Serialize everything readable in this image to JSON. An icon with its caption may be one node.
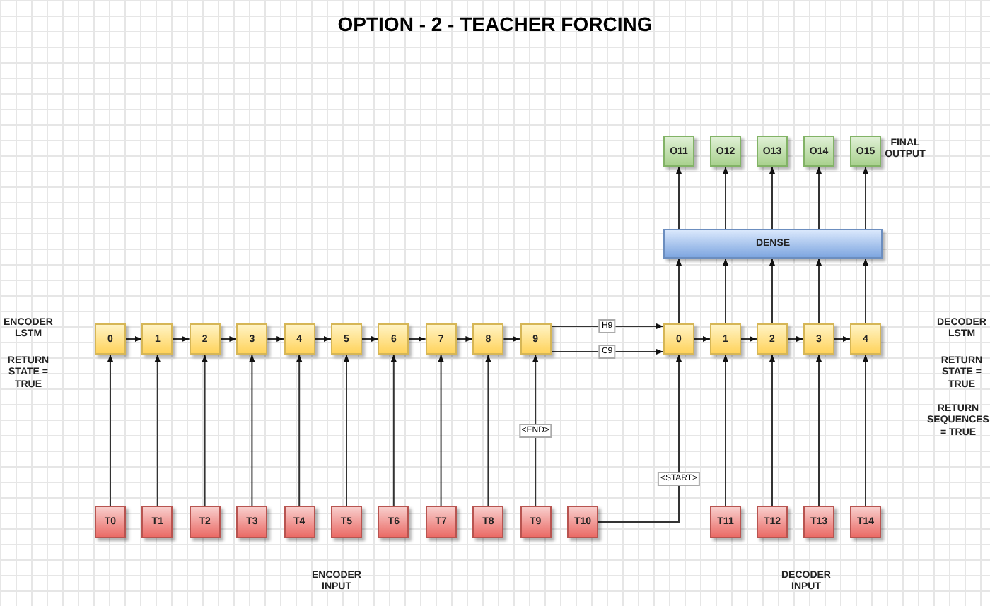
{
  "diagram": {
    "title": "OPTION - 2 - TEACHER FORCING",
    "nodes": [
      {
        "text": [
          "O11"
        ]
      },
      {
        "text": [
          "O12"
        ]
      },
      {
        "text": [
          "O13"
        ]
      },
      {
        "text": [
          "O14"
        ]
      },
      {
        "text": [
          "O15"
        ]
      },
      {
        "text": [
          "DENSE"
        ]
      },
      {
        "text": [
          "0"
        ]
      },
      {
        "text": [
          "1"
        ]
      },
      {
        "text": [
          "2"
        ]
      },
      {
        "text": [
          "3"
        ]
      },
      {
        "text": [
          "4"
        ]
      },
      {
        "text": [
          "5"
        ]
      },
      {
        "text": [
          "6"
        ]
      },
      {
        "text": [
          "7"
        ]
      },
      {
        "text": [
          "8"
        ]
      },
      {
        "text": [
          "9"
        ]
      },
      {
        "text": [
          "0"
        ]
      },
      {
        "text": [
          "1"
        ]
      },
      {
        "text": [
          "2"
        ]
      },
      {
        "text": [
          "3"
        ]
      },
      {
        "text": [
          "4"
        ]
      },
      {
        "text": [
          "T0"
        ]
      },
      {
        "text": [
          "T1"
        ]
      },
      {
        "text": [
          "T2"
        ]
      },
      {
        "text": [
          "T3"
        ]
      },
      {
        "text": [
          "T4"
        ]
      },
      {
        "text": [
          "T5"
        ]
      },
      {
        "text": [
          "T6"
        ]
      },
      {
        "text": [
          "T7"
        ]
      },
      {
        "text": [
          "T8"
        ]
      },
      {
        "text": [
          "T9"
        ]
      },
      {
        "text": [
          "T10"
        ]
      },
      {
        "text": [
          "T11"
        ]
      },
      {
        "text": [
          "T12"
        ]
      },
      {
        "text": [
          "T13"
        ]
      },
      {
        "text": [
          "T14"
        ]
      }
    ],
    "edges": [
      {
        "from": 6,
        "to": 7,
        "arrow": "to"
      },
      {
        "from": 7,
        "to": 8,
        "arrow": "to"
      },
      {
        "from": 8,
        "to": 9,
        "arrow": "to"
      },
      {
        "from": 9,
        "to": 10,
        "arrow": "to"
      },
      {
        "from": 10,
        "to": 11,
        "arrow": "to"
      },
      {
        "from": 11,
        "to": 12,
        "arrow": "to"
      },
      {
        "from": 12,
        "to": 13,
        "arrow": "to"
      },
      {
        "from": 13,
        "to": 14,
        "arrow": "to"
      },
      {
        "from": 14,
        "to": 15,
        "arrow": "to"
      },
      {
        "from": 15,
        "to": 16,
        "arrow": "to",
        "label": "H9"
      },
      {
        "from": 15,
        "to": 16,
        "arrow": "to",
        "label": "C9"
      },
      {
        "from": 16,
        "to": 17,
        "arrow": "to"
      },
      {
        "from": 17,
        "to": 18,
        "arrow": "to"
      },
      {
        "from": 18,
        "to": 19,
        "arrow": "to"
      },
      {
        "from": 19,
        "to": 20,
        "arrow": "to"
      },
      {
        "from": 21,
        "to": 6,
        "arrow": "to"
      },
      {
        "from": 22,
        "to": 7,
        "arrow": "to"
      },
      {
        "from": 23,
        "to": 8,
        "arrow": "to"
      },
      {
        "from": 24,
        "to": 9,
        "arrow": "to"
      },
      {
        "from": 25,
        "to": 10,
        "arrow": "to"
      },
      {
        "from": 26,
        "to": 11,
        "arrow": "to"
      },
      {
        "from": 27,
        "to": 12,
        "arrow": "to"
      },
      {
        "from": 28,
        "to": 13,
        "arrow": "to"
      },
      {
        "from": 29,
        "to": 14,
        "arrow": "to"
      },
      {
        "from": 30,
        "to": 15,
        "arrow": "to",
        "label": "<END>"
      },
      {
        "from": 31,
        "to": 16,
        "arrow": "to",
        "label": "<START>"
      },
      {
        "from": 32,
        "to": 17,
        "arrow": "to"
      },
      {
        "from": 33,
        "to": 18,
        "arrow": "to"
      },
      {
        "from": 34,
        "to": 19,
        "arrow": "to"
      },
      {
        "from": 35,
        "to": 20,
        "arrow": "to"
      },
      {
        "from": 16,
        "to": 5,
        "arrow": "to"
      },
      {
        "from": 17,
        "to": 5,
        "arrow": "to"
      },
      {
        "from": 18,
        "to": 5,
        "arrow": "to"
      },
      {
        "from": 19,
        "to": 5,
        "arrow": "to"
      },
      {
        "from": 20,
        "to": 5,
        "arrow": "to"
      },
      {
        "from": 5,
        "to": 0,
        "arrow": "to"
      },
      {
        "from": 5,
        "to": 1,
        "arrow": "to"
      },
      {
        "from": 5,
        "to": 2,
        "arrow": "to"
      },
      {
        "from": 5,
        "to": 3,
        "arrow": "to"
      },
      {
        "from": 5,
        "to": 4,
        "arrow": "to"
      }
    ],
    "labels": [
      "FINAL OUTPUT",
      "ENCODER LSTM",
      "RETURN STATE = TRUE",
      "DECODER LSTM",
      "RETURN STATE = TRUE",
      "RETURN SEQUENCES = TRUE",
      "ENCODER INPUT",
      "DECODER INPUT"
    ]
  }
}
